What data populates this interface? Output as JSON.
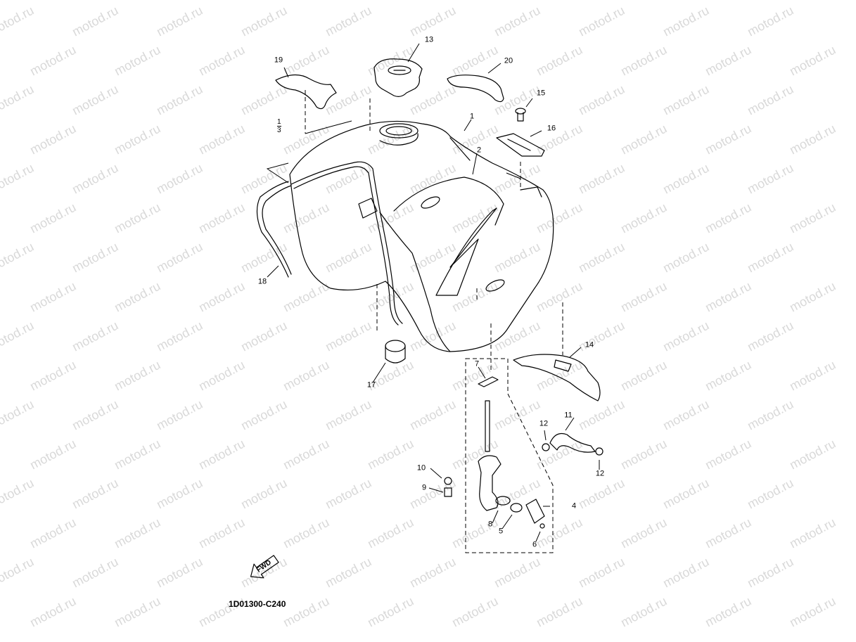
{
  "watermark": "motod.ru",
  "drawing_code": "1D01300-C240",
  "fwd_label": "FWD",
  "fraction": {
    "top": "1",
    "bottom": "3"
  },
  "callouts": [
    {
      "id": "c19",
      "label": "19"
    },
    {
      "id": "c13",
      "label": "13"
    },
    {
      "id": "c20",
      "label": "20"
    },
    {
      "id": "c15",
      "label": "15"
    },
    {
      "id": "c1",
      "label": "1"
    },
    {
      "id": "c16",
      "label": "16"
    },
    {
      "id": "c2",
      "label": "2"
    },
    {
      "id": "c18",
      "label": "18"
    },
    {
      "id": "c14",
      "label": "14"
    },
    {
      "id": "c7",
      "label": "7"
    },
    {
      "id": "c17",
      "label": "17"
    },
    {
      "id": "c11",
      "label": "11"
    },
    {
      "id": "c12a",
      "label": "12"
    },
    {
      "id": "c12b",
      "label": "12"
    },
    {
      "id": "c10",
      "label": "10"
    },
    {
      "id": "c9",
      "label": "9"
    },
    {
      "id": "c4",
      "label": "4"
    },
    {
      "id": "c8",
      "label": "8"
    },
    {
      "id": "c5",
      "label": "5"
    },
    {
      "id": "c6",
      "label": "6"
    }
  ]
}
